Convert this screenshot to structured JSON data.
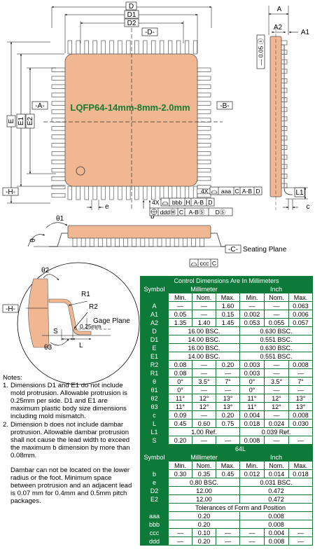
{
  "package_label": "LQFP64-14mm-8mm-2.0mm",
  "dims": {
    "D": "D",
    "D1": "D1",
    "D2": "D2",
    "E": "E",
    "E1": "E1",
    "E2": "E2",
    "e": "e",
    "b": "b",
    "A": "A",
    "A1": "A1",
    "A2": "A2",
    "L1": "L1",
    "c": "c",
    "theta": "θ",
    "theta1": "θ1",
    "theta2": "θ2",
    "theta3": "θ3",
    "R1": "R1",
    "R2": "R2",
    "S": "S",
    "L": "L",
    "datum_A": "-A-",
    "datum_B": "-B-",
    "datum_C": "-C-",
    "datum_D": "-D-",
    "datum_H": "-H-"
  },
  "callouts": {
    "gage": "0.25mm",
    "gage_plane": "Gage Plane",
    "seating_plane": "Seating Plane",
    "coplanarity_tol": "ccc",
    "coplanarity_ref": "C",
    "profile": "— 0.05 ⓢ",
    "fcf_aaa": {
      "mult": "4X",
      "tol": "aaa",
      "refs": [
        "C",
        "A-B",
        "D"
      ]
    },
    "fcf_bbb": {
      "mult": "4X",
      "tol": "bbb",
      "refs": [
        "H",
        "A-B",
        "D"
      ]
    },
    "fcf_ddd": {
      "tol": "dddⓂ",
      "refs": [
        "C",
        "A-BⓈ",
        "DⓈ"
      ]
    }
  },
  "notes": {
    "label": "Notes:",
    "n1_num": "1.",
    "n1": "Dimensions D1 and E1 do not include mold protrusion. Allowable protrusion is 0.25mm per side. D1 and E1 are maximum plastic body size dimensions including mold mismatch.",
    "n2_num": "2.",
    "n2": "Dimension b does not include dambar protrusion. Allowable dambar protrusion shall not cause the lead width to exceed the maximum b dimension by more than 0.08mm.",
    "n2_extra": "Dambar can not be located on the lower radius or the foot. Minimum space between protrusion and an adjacent lead is 0.07 mm for 0.4mm and 0.5mm pitch packages."
  },
  "table": {
    "title": "Control Dimensions Are In Millimeters",
    "symbol_label": "Symbol",
    "mm_label": "Millimeter",
    "inch_label": "Inch",
    "cols": [
      "Min.",
      "Nom.",
      "Max.",
      "Min.",
      "Nom.",
      "Max."
    ],
    "rows1": [
      [
        "A",
        "—",
        "—",
        "1.60",
        "—",
        "—",
        "0.063"
      ],
      [
        "A1",
        "0.05",
        "—",
        "0.15",
        "0.002",
        "—",
        "0.006"
      ],
      [
        "A2",
        "1.35",
        "1.40",
        "1.45",
        "0.053",
        "0.055",
        "0.057"
      ],
      [
        "D",
        "16.00 BSC.",
        "0.630 BSC."
      ],
      [
        "D1",
        "14.00 BSC.",
        "0.551 BSC."
      ],
      [
        "E",
        "16.00 BSC.",
        "0.630 BSC."
      ],
      [
        "E1",
        "14.00 BSC.",
        "0.551 BSC."
      ],
      [
        "R2",
        "0.08",
        "—",
        "0.20",
        "0.003",
        "—",
        "0.008"
      ],
      [
        "R1",
        "0.08",
        "—",
        "—",
        "0.003",
        "—",
        "—"
      ],
      [
        "θ",
        "0°",
        "3.5°",
        "7°",
        "0°",
        "3.5°",
        "7°"
      ],
      [
        "θ1",
        "0°",
        "—",
        "—",
        "0°",
        "—",
        "—"
      ],
      [
        "θ2",
        "11°",
        "12°",
        "13°",
        "11°",
        "12°",
        "13°"
      ],
      [
        "θ3",
        "11°",
        "12°",
        "13°",
        "11°",
        "12°",
        "13°"
      ],
      [
        "c",
        "0.09",
        "—",
        "0.20",
        "0.004",
        "—",
        "0.008"
      ],
      [
        "L",
        "0.45",
        "0.60",
        "0.75",
        "0.018",
        "0.024",
        "0.030"
      ],
      [
        "L1",
        "1.00 Ref.",
        "0.039 Ref."
      ],
      [
        "S",
        "0.20",
        "—",
        "—",
        "0.008",
        "—",
        "—"
      ]
    ],
    "lead_count": "64L",
    "rows2": [
      [
        "b",
        "0.30",
        "0.35",
        "0.45",
        "0.012",
        "0.014",
        "0.018"
      ],
      [
        "e",
        "0.80 BSC.",
        "0.031 BSC."
      ],
      [
        "D2",
        "12.00",
        "0.472"
      ],
      [
        "E2",
        "12.00",
        "0.472"
      ]
    ],
    "tol_label": "Tolerances of Form and Position",
    "rows3": [
      [
        "aaa",
        "0.20",
        "0.008"
      ],
      [
        "bbb",
        "0.20",
        "0.008"
      ],
      [
        "ccc",
        "—",
        "0.10",
        "—",
        "—",
        "0.004",
        "—"
      ],
      [
        "ddd",
        "—",
        "0.20",
        "—",
        "—",
        "0.008",
        "—"
      ]
    ]
  },
  "colors": {
    "body": "#f1b793",
    "table_header": "#0e7a3a",
    "label_text": "#1a7a30"
  }
}
